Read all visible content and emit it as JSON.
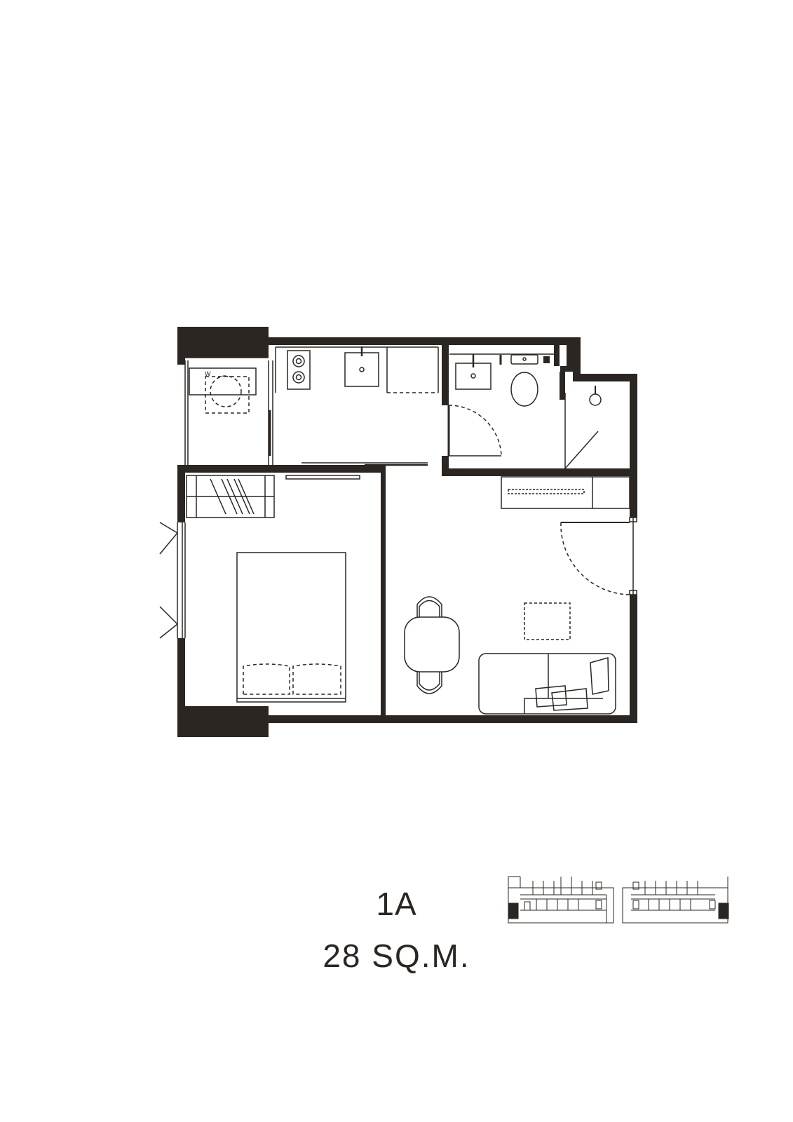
{
  "unit": {
    "type_label": "1A",
    "area_label": "28 SQ.M."
  },
  "colors": {
    "wall": "#2b2622",
    "line": "#2b2622",
    "background": "#ffffff"
  },
  "rooms": [
    "balcony",
    "kitchen",
    "bathroom",
    "shower",
    "wardrobe",
    "bedroom",
    "living-room",
    "entry"
  ],
  "fixtures": [
    "hob-icon",
    "kitchen-sink-icon",
    "washbasin-icon",
    "toilet-icon",
    "shower-head-icon",
    "washing-machine-icon",
    "bed-icon",
    "dining-table-icon",
    "sofa-icon",
    "tv-console-icon",
    "coffee-table-icon"
  ]
}
